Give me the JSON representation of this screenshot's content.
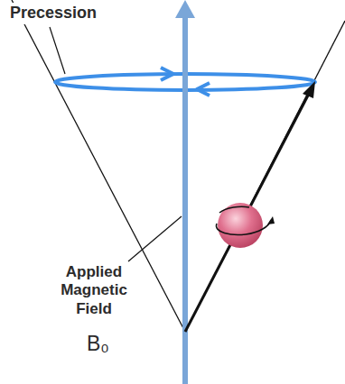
{
  "diagram": {
    "labels": [
      "Precession",
      "Applied Magnetic Field",
      "B₀"
    ]
  }
}
